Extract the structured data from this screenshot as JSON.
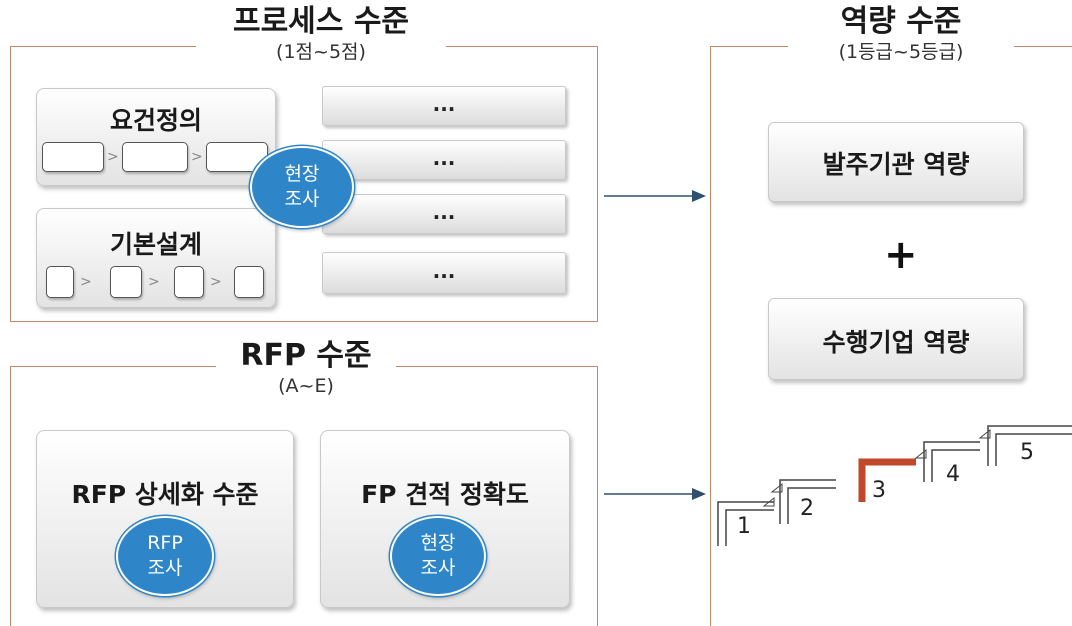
{
  "process": {
    "title": "프로세스 수준",
    "range": "(1점~5점)",
    "requirements": "요건정의",
    "basic_design": "기본설계",
    "ellipsis": "...",
    "site_survey": [
      "현장",
      "조사"
    ]
  },
  "rfp": {
    "title": "RFP 수준",
    "range": "(A~E)",
    "detail": "RFP 상세화 수준",
    "detail_survey": [
      "RFP",
      "조사"
    ],
    "fp_accuracy": "FP 견적 정확도",
    "fp_survey": [
      "현장",
      "조사"
    ]
  },
  "capability": {
    "title": "역량 수준",
    "range": "(1등급~5등급)",
    "orderer": "발주기관 역량",
    "plus": "+",
    "contractor": "수행기업 역량",
    "levels": [
      "1",
      "2",
      "3",
      "4",
      "5"
    ],
    "highlight_level": "3",
    "highlight_color": "#c0472a"
  },
  "colors": {
    "frame": "#c0876a",
    "circle": "#2e86c8",
    "arrow": "#2f4f6f"
  }
}
